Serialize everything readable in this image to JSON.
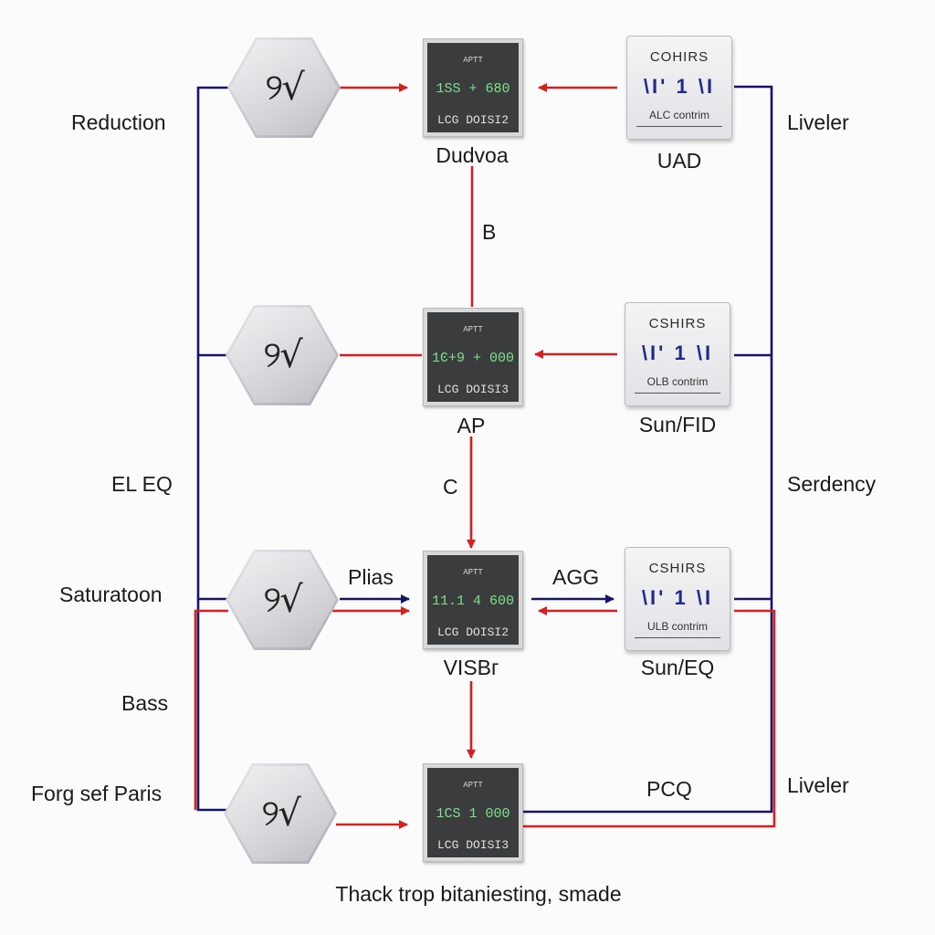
{
  "left_labels": [
    "Reduction",
    "EL EQ",
    "Saturatoon",
    "Bass",
    "Forg sef Paris"
  ],
  "right_labels": [
    "Liveler",
    "Serdency",
    "Liveler"
  ],
  "hex_glyph": "୨√",
  "screens": [
    {
      "top": "APTT",
      "mid": "1SS + 680",
      "bot": "LCG DOISI2",
      "caption": "Dudvoa"
    },
    {
      "top": "APTT",
      "mid": "1Ͼ+9 + 000",
      "bot": "LCG DOISI3",
      "caption": "AP"
    },
    {
      "top": "APTT",
      "mid": "11.1 4 600",
      "bot": "LCG DOISI2",
      "caption": "VISBг"
    },
    {
      "top": "APTT",
      "mid": "1CS 1 000",
      "bot": "LCG DOISI3",
      "caption": ""
    }
  ],
  "panels": [
    {
      "title": "COHIRS",
      "glyph": "\\I' 1 \\I",
      "sub": "ALC contrim",
      "caption": "UAD"
    },
    {
      "title": "CSHIRS",
      "glyph": "\\I' 1 \\I",
      "sub": "OLB contrim",
      "caption": "Sun/FID"
    },
    {
      "title": "CSHIRS",
      "glyph": "\\I' 1 \\I",
      "sub": "ULB contrim",
      "caption": "Sun/EQ"
    }
  ],
  "connector_labels": {
    "b": "B",
    "c": "C",
    "plias": "Plias",
    "agg": "AGG",
    "pcq": "PCQ"
  },
  "footer": "Thack trop bitaniesting, smade",
  "colors": {
    "red": "#d42020",
    "navy": "#14156a"
  }
}
